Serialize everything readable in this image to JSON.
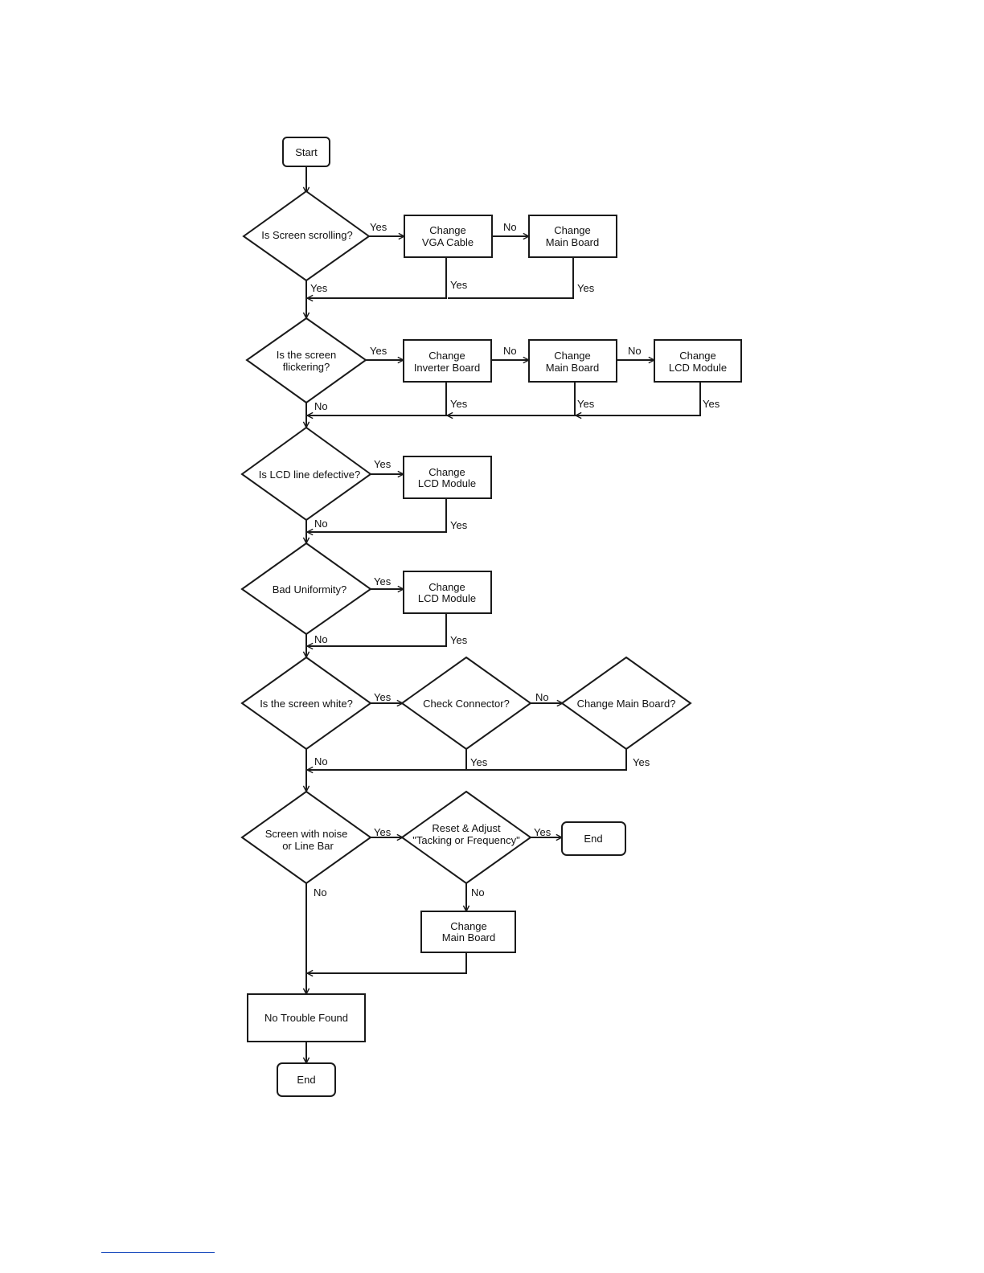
{
  "nodes": {
    "start": "Start",
    "q_scroll": "Is Screen scrolling?",
    "vga": [
      "Change",
      "VGA Cable"
    ],
    "mb1": [
      "Change",
      "Main Board"
    ],
    "q_flicker": [
      "Is the screen",
      "flickering?"
    ],
    "inverter": [
      "Change",
      "Inverter Board"
    ],
    "mb2": [
      "Change",
      "Main Board"
    ],
    "lcd1": [
      "Change",
      "LCD Module"
    ],
    "q_line": "Is LCD line defective?",
    "lcd2": [
      "Change",
      "LCD Module"
    ],
    "q_uniform": "Bad Uniformity?",
    "lcd3": [
      "Change",
      "LCD Module"
    ],
    "q_white": "Is the screen white?",
    "q_connector": "Check Connector?",
    "q_mainboard": "Change Main Board?",
    "q_noise": [
      "Screen with noise",
      "or Line Bar"
    ],
    "q_reset": [
      "Reset & Adjust",
      "\"Tacking or Frequency\""
    ],
    "end_top": "End",
    "mb4": [
      "Change",
      "Main Board"
    ],
    "ntf": "No Trouble Found",
    "end_bottom": "End"
  },
  "labels": {
    "yes": "Yes",
    "no": "No"
  },
  "colors": {
    "stroke": "#1a1a1a",
    "footnote_rule": "#1f4fbf"
  }
}
